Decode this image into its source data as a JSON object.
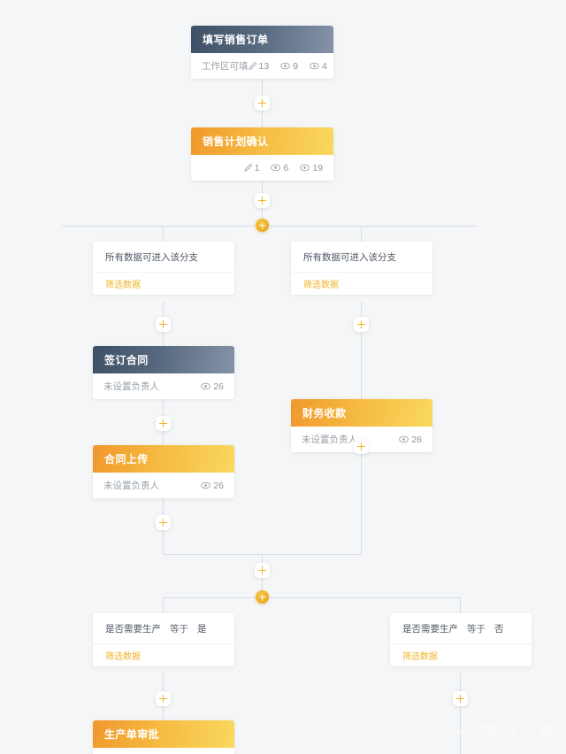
{
  "canvas": {
    "background": "#f5f6f7",
    "line_color": "#d9dde2",
    "accent_gold": "#f0b429",
    "header_dark_from": "#3e5066",
    "header_dark_to": "#8593a6",
    "header_gold_from": "#f0982c",
    "header_gold_to": "#f9d85f"
  },
  "nodes": {
    "fill_sales_order": {
      "title": "填写销售订单",
      "theme": "dark",
      "footer_label": "工作区可填",
      "metrics": [
        {
          "icon": "pencil-icon",
          "value": "13"
        },
        {
          "icon": "eye-icon",
          "value": "9"
        },
        {
          "icon": "eye-icon",
          "value": "4"
        }
      ]
    },
    "sales_plan_confirm": {
      "title": "销售计划确认",
      "theme": "gold",
      "footer_label": "",
      "metrics": [
        {
          "icon": "pencil-icon",
          "value": "1"
        },
        {
          "icon": "eye-icon",
          "value": "6"
        },
        {
          "icon": "eye-icon",
          "value": "19"
        }
      ]
    },
    "sign_contract": {
      "title": "签订合同",
      "theme": "dark",
      "footer_label": "未设置负责人",
      "metrics": [
        {
          "icon": "eye-icon",
          "value": "26"
        }
      ]
    },
    "finance_receipt": {
      "title": "财务收款",
      "theme": "gold",
      "footer_label": "未设置负责人",
      "metrics": [
        {
          "icon": "eye-icon",
          "value": "26"
        }
      ]
    },
    "contract_upload": {
      "title": "合同上传",
      "theme": "gold",
      "footer_label": "未设置负责人",
      "metrics": [
        {
          "icon": "eye-icon",
          "value": "26"
        }
      ]
    },
    "production_approval": {
      "title": "生产单审批",
      "theme": "gold",
      "footer_label": "",
      "metrics": []
    }
  },
  "conditions": {
    "branch1_left": {
      "field": "所有数据可进入该分支",
      "operator": "",
      "value": "",
      "action": "筛选数据"
    },
    "branch1_right": {
      "field": "所有数据可进入该分支",
      "operator": "",
      "value": "",
      "action": "筛选数据"
    },
    "branch2_left": {
      "field": "是否需要生产",
      "operator": "等于",
      "value": "是",
      "action": "筛选数据"
    },
    "branch2_right": {
      "field": "是否需要生产",
      "operator": "等于",
      "value": "否",
      "action": "筛选数据"
    }
  },
  "add_buttons": {
    "label": "+",
    "small_count": 9,
    "large_count": 2
  },
  "watermark": {
    "text": "悟空问答",
    "logo": "wukong-logo-icon"
  }
}
